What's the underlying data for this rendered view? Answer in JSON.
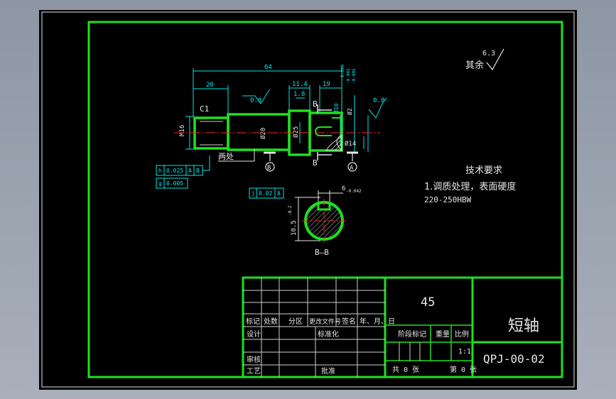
{
  "colors": {
    "background": "#000000",
    "frame": "#1fe01f",
    "dimension": "#00e8e8",
    "text": "#e6e6e6",
    "centerline": "#ff2020",
    "part": "#1fe01f"
  },
  "surface_finish": {
    "other_label": "其余",
    "other_value": "6.3",
    "a": "0.8",
    "b": "0.8"
  },
  "dimensions": {
    "overall": "64",
    "left_step": "20",
    "d1": "11.4",
    "d2": "1.8",
    "d3": "19",
    "thread": "M16",
    "chamfer": "C1",
    "dia_a": "Ø20",
    "dia_b": "Ø25",
    "dia_c": "Ø2",
    "dia_d": "Ø10",
    "tol_upper": "0.000",
    "tol_lower": "-0.042",
    "tol_mid": "-0.005",
    "keyway": "Ø14",
    "section_w": "6",
    "section_tol": "-0.042",
    "section_h": "10.5",
    "section_h_tol": "-0.2"
  },
  "labels": {
    "section_mark": "B",
    "datum_a": "A",
    "datum_b": "B",
    "both_ends": "两处",
    "section_title": "B—B"
  },
  "tolerances": [
    {
      "symbol": "h",
      "value": "0.025",
      "ref1": "A",
      "ref2": "B"
    },
    {
      "symbol": "g",
      "value": "0.005",
      "ref1": "",
      "ref2": ""
    },
    {
      "symbol": "j",
      "value": "0.02",
      "ref1": "A",
      "ref2": ""
    }
  ],
  "tech": {
    "title": "技术要求",
    "line1": "1.调质处理，表面硬度",
    "line2": "220-250HBW"
  },
  "title_block": {
    "material": "45",
    "part_name": "短轴",
    "drawing_no": "QPJ-00-02",
    "revision_headers": [
      "标记",
      "处数",
      "分区",
      "更改文件号",
      "签名",
      "年、月、日"
    ],
    "design": "设计",
    "standardize": "标准化",
    "review": "审核",
    "process": "工艺",
    "approve": "批准",
    "stage_mark": "阶段标记",
    "weight": "重量",
    "scale": "比例",
    "scale_value": "1:1",
    "total_sheets": "共 0 张",
    "sheet_no": "第 0 张"
  }
}
